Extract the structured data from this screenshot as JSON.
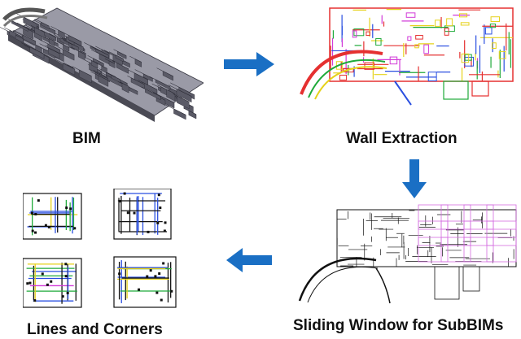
{
  "stages": {
    "bim": {
      "label": "BIM"
    },
    "wall_extraction": {
      "label": "Wall Extraction"
    },
    "sliding_window": {
      "label": "Sliding Window for SubBIMs"
    },
    "lines_corners": {
      "label": "Lines and Corners"
    }
  },
  "colors": {
    "arrow": "#1a6fc4",
    "bim_body": "#5a5a66",
    "bim_roof": "#8a8a96",
    "bim_accent": "#7b6fc0",
    "wall_red": "#e53030",
    "wall_green": "#1faa3a",
    "wall_blue": "#2a4fe0",
    "wall_yellow": "#e6d21a",
    "wall_magenta": "#d23bd8",
    "window_magenta": "#d46be0",
    "ink": "#111111"
  },
  "icons": {
    "arrow_right": "arrow-right-icon",
    "arrow_down": "arrow-down-icon",
    "arrow_left": "arrow-left-icon"
  }
}
